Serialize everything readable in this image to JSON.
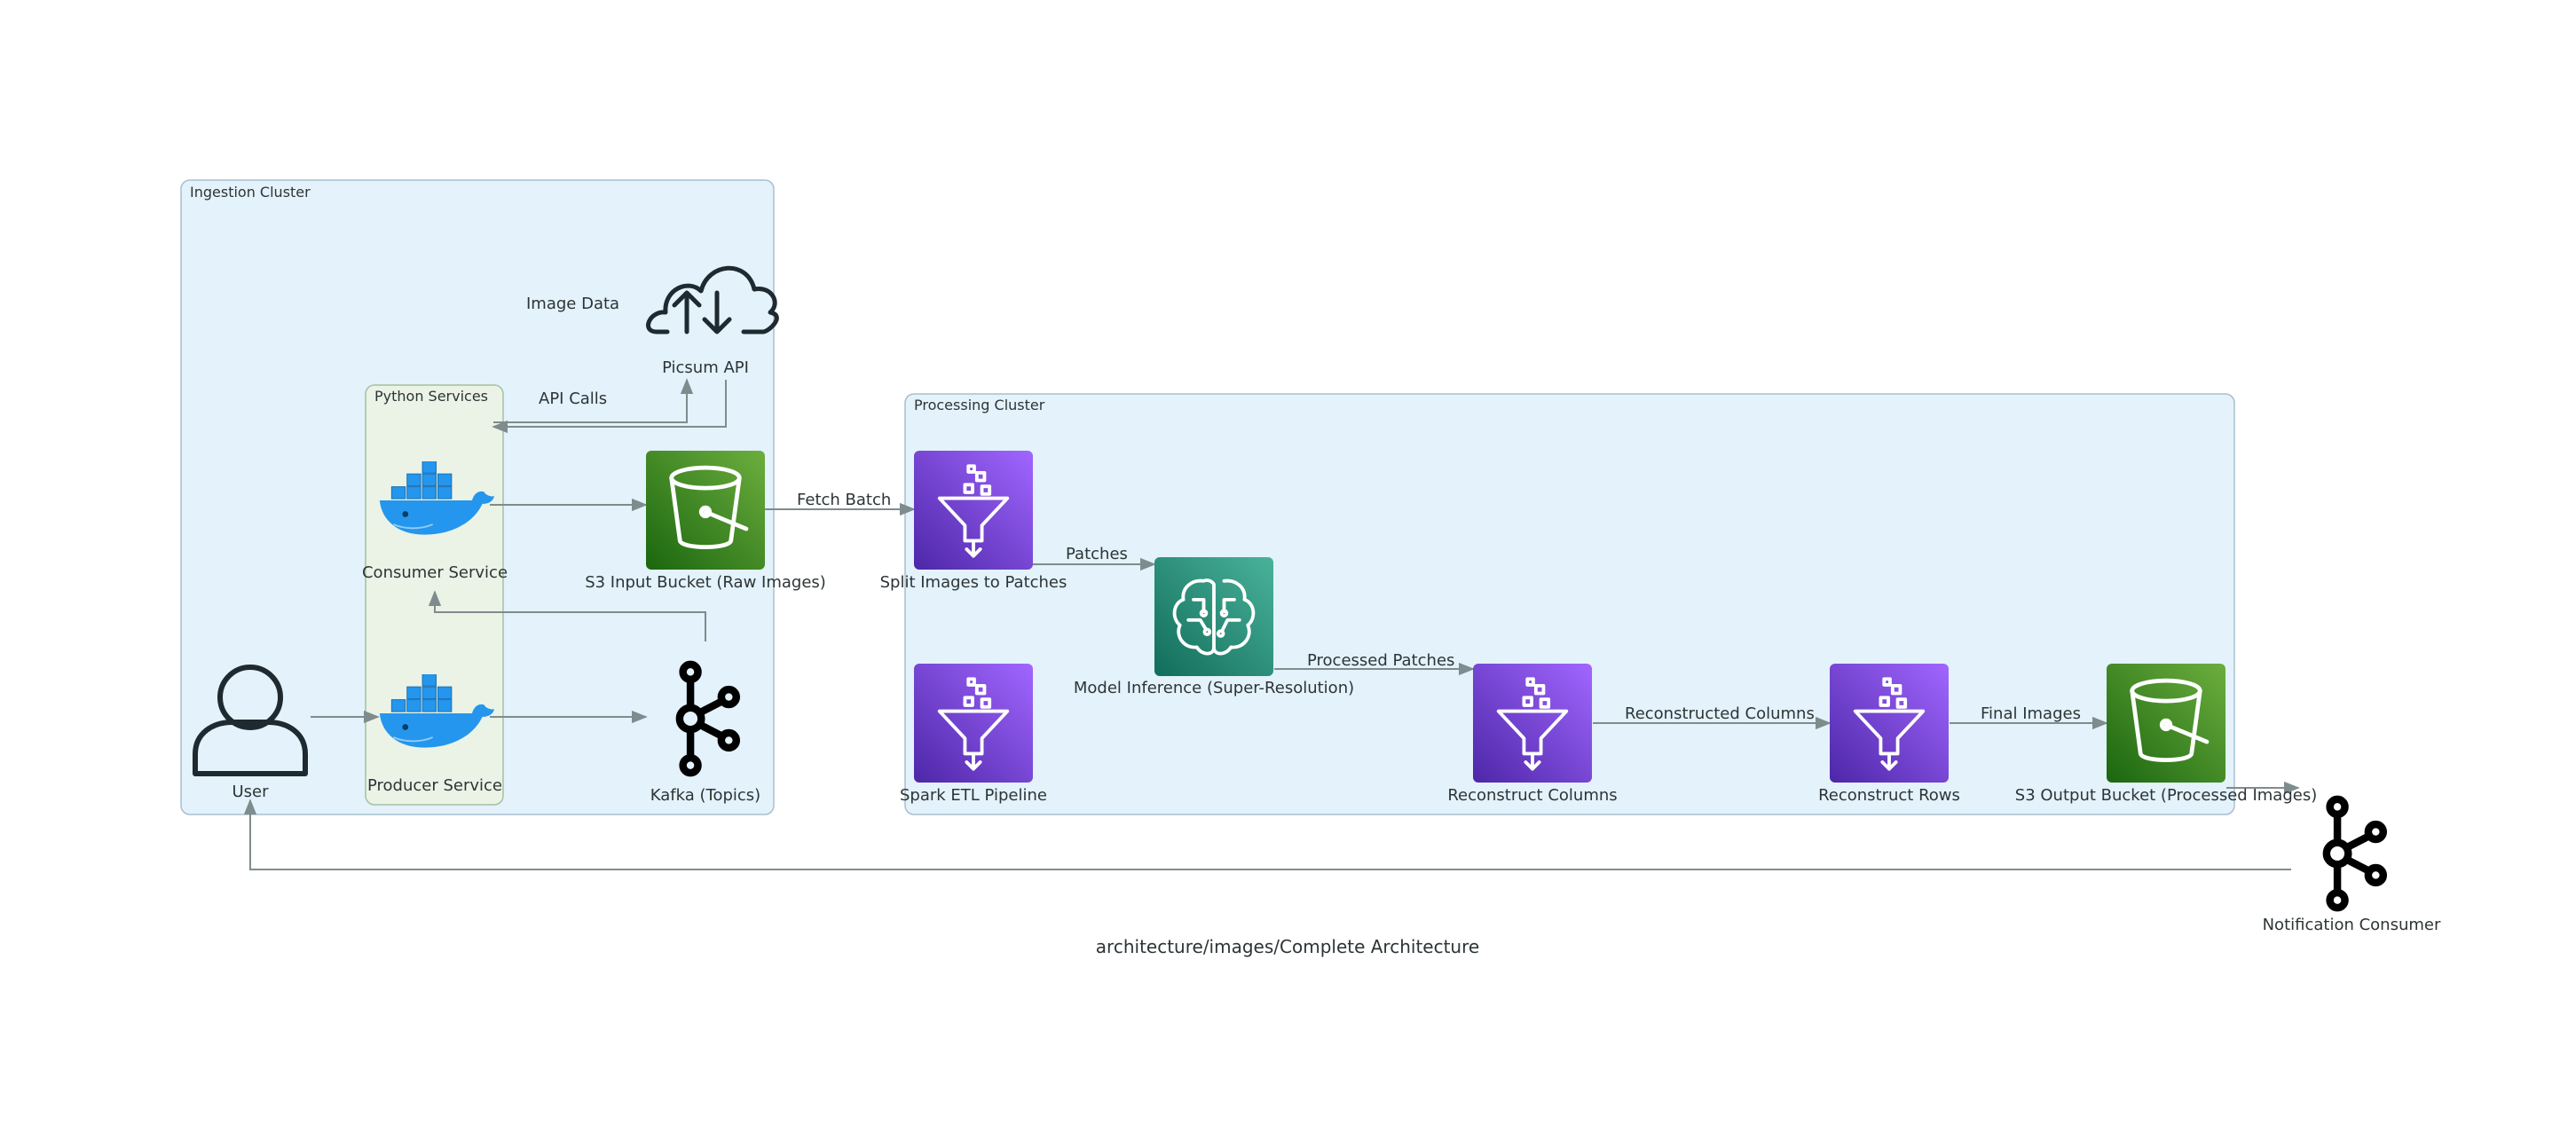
{
  "clusters": {
    "ingestion": "Ingestion Cluster",
    "python_services": "Python Services",
    "processing": "Processing Cluster"
  },
  "nodes": {
    "user": "User",
    "producer_service": "Producer Service",
    "consumer_service": "Consumer Service",
    "picsum_api": "Picsum API",
    "s3_input": "S3 Input Bucket (Raw Images)",
    "kafka": "Kafka (Topics)",
    "split_patches": "Split Images to Patches",
    "spark_etl": "Spark ETL Pipeline",
    "model_inference": "Model Inference (Super-Resolution)",
    "reconstruct_columns": "Reconstruct Columns",
    "reconstruct_rows": "Reconstruct Rows",
    "s3_output": "S3 Output Bucket (Processed Images)",
    "notification_consumer": "Notification Consumer"
  },
  "edges": {
    "image_data": "Image Data",
    "api_calls": "API Calls",
    "fetch_batch": "Fetch Batch",
    "patches": "Patches",
    "processed_patches": "Processed Patches",
    "reconstructed_columns": "Reconstructed Columns",
    "final_images": "Final Images"
  },
  "caption": "architecture/images/Complete Architecture",
  "colors": {
    "cluster_fill": "#e3f2fb",
    "python_services_fill": "#eaf3e6",
    "s3_green": "#3f8624",
    "spark_purple": "#8c4fff",
    "sagemaker_teal": "#1b8a72",
    "edge_gray": "#7f8c8d",
    "docker_blue": "#2496ed"
  },
  "icons": {
    "user": "user-icon",
    "docker": "docker-whale-icon",
    "cloud": "cloud-upload-download-icon",
    "bucket": "s3-bucket-icon",
    "kafka": "kafka-icon",
    "funnel": "glue-funnel-icon",
    "brain": "sagemaker-brain-icon"
  }
}
